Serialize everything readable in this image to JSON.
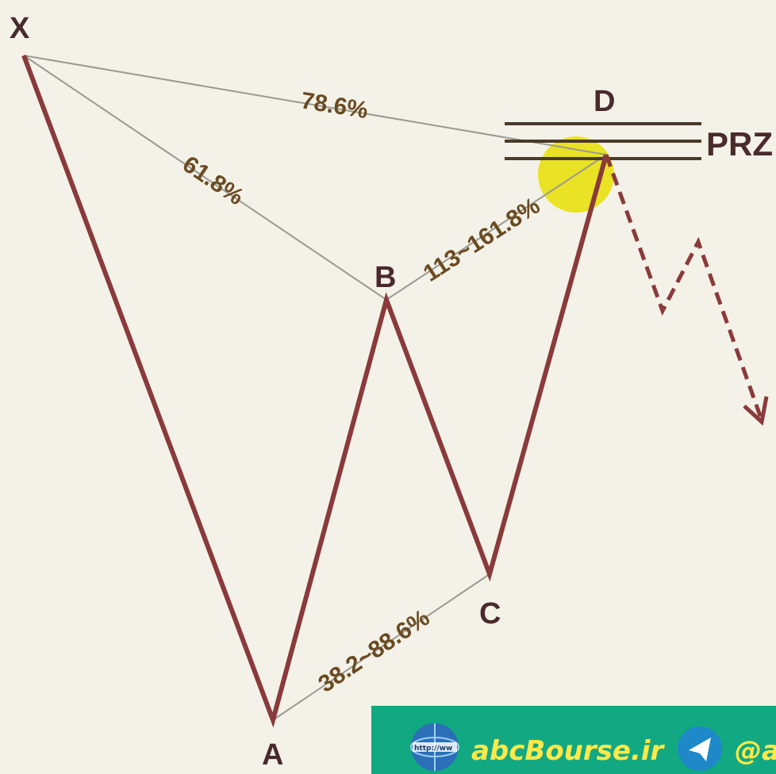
{
  "points": {
    "x_label": "X",
    "a_label": "A",
    "b_label": "B",
    "c_label": "C",
    "d_label": "D"
  },
  "ratios": {
    "xb": "61.8%",
    "xd": "78.6%",
    "bd": "113~161.8%",
    "ac": "38.2~88.6%"
  },
  "zone": {
    "label": "PRZ"
  },
  "banner": {
    "site": "abcBourse.ir",
    "handle": "@ab",
    "url_text": "http://ww"
  },
  "colors": {
    "pattern_line": "#8a3a3a",
    "ratio_line": "#9a9a90",
    "prz_lines": "#4a3a2a",
    "highlight": "#e8e010",
    "banner_bg": "#12a882",
    "banner_text": "#ffe94a",
    "telegram": "#1e88c8"
  }
}
